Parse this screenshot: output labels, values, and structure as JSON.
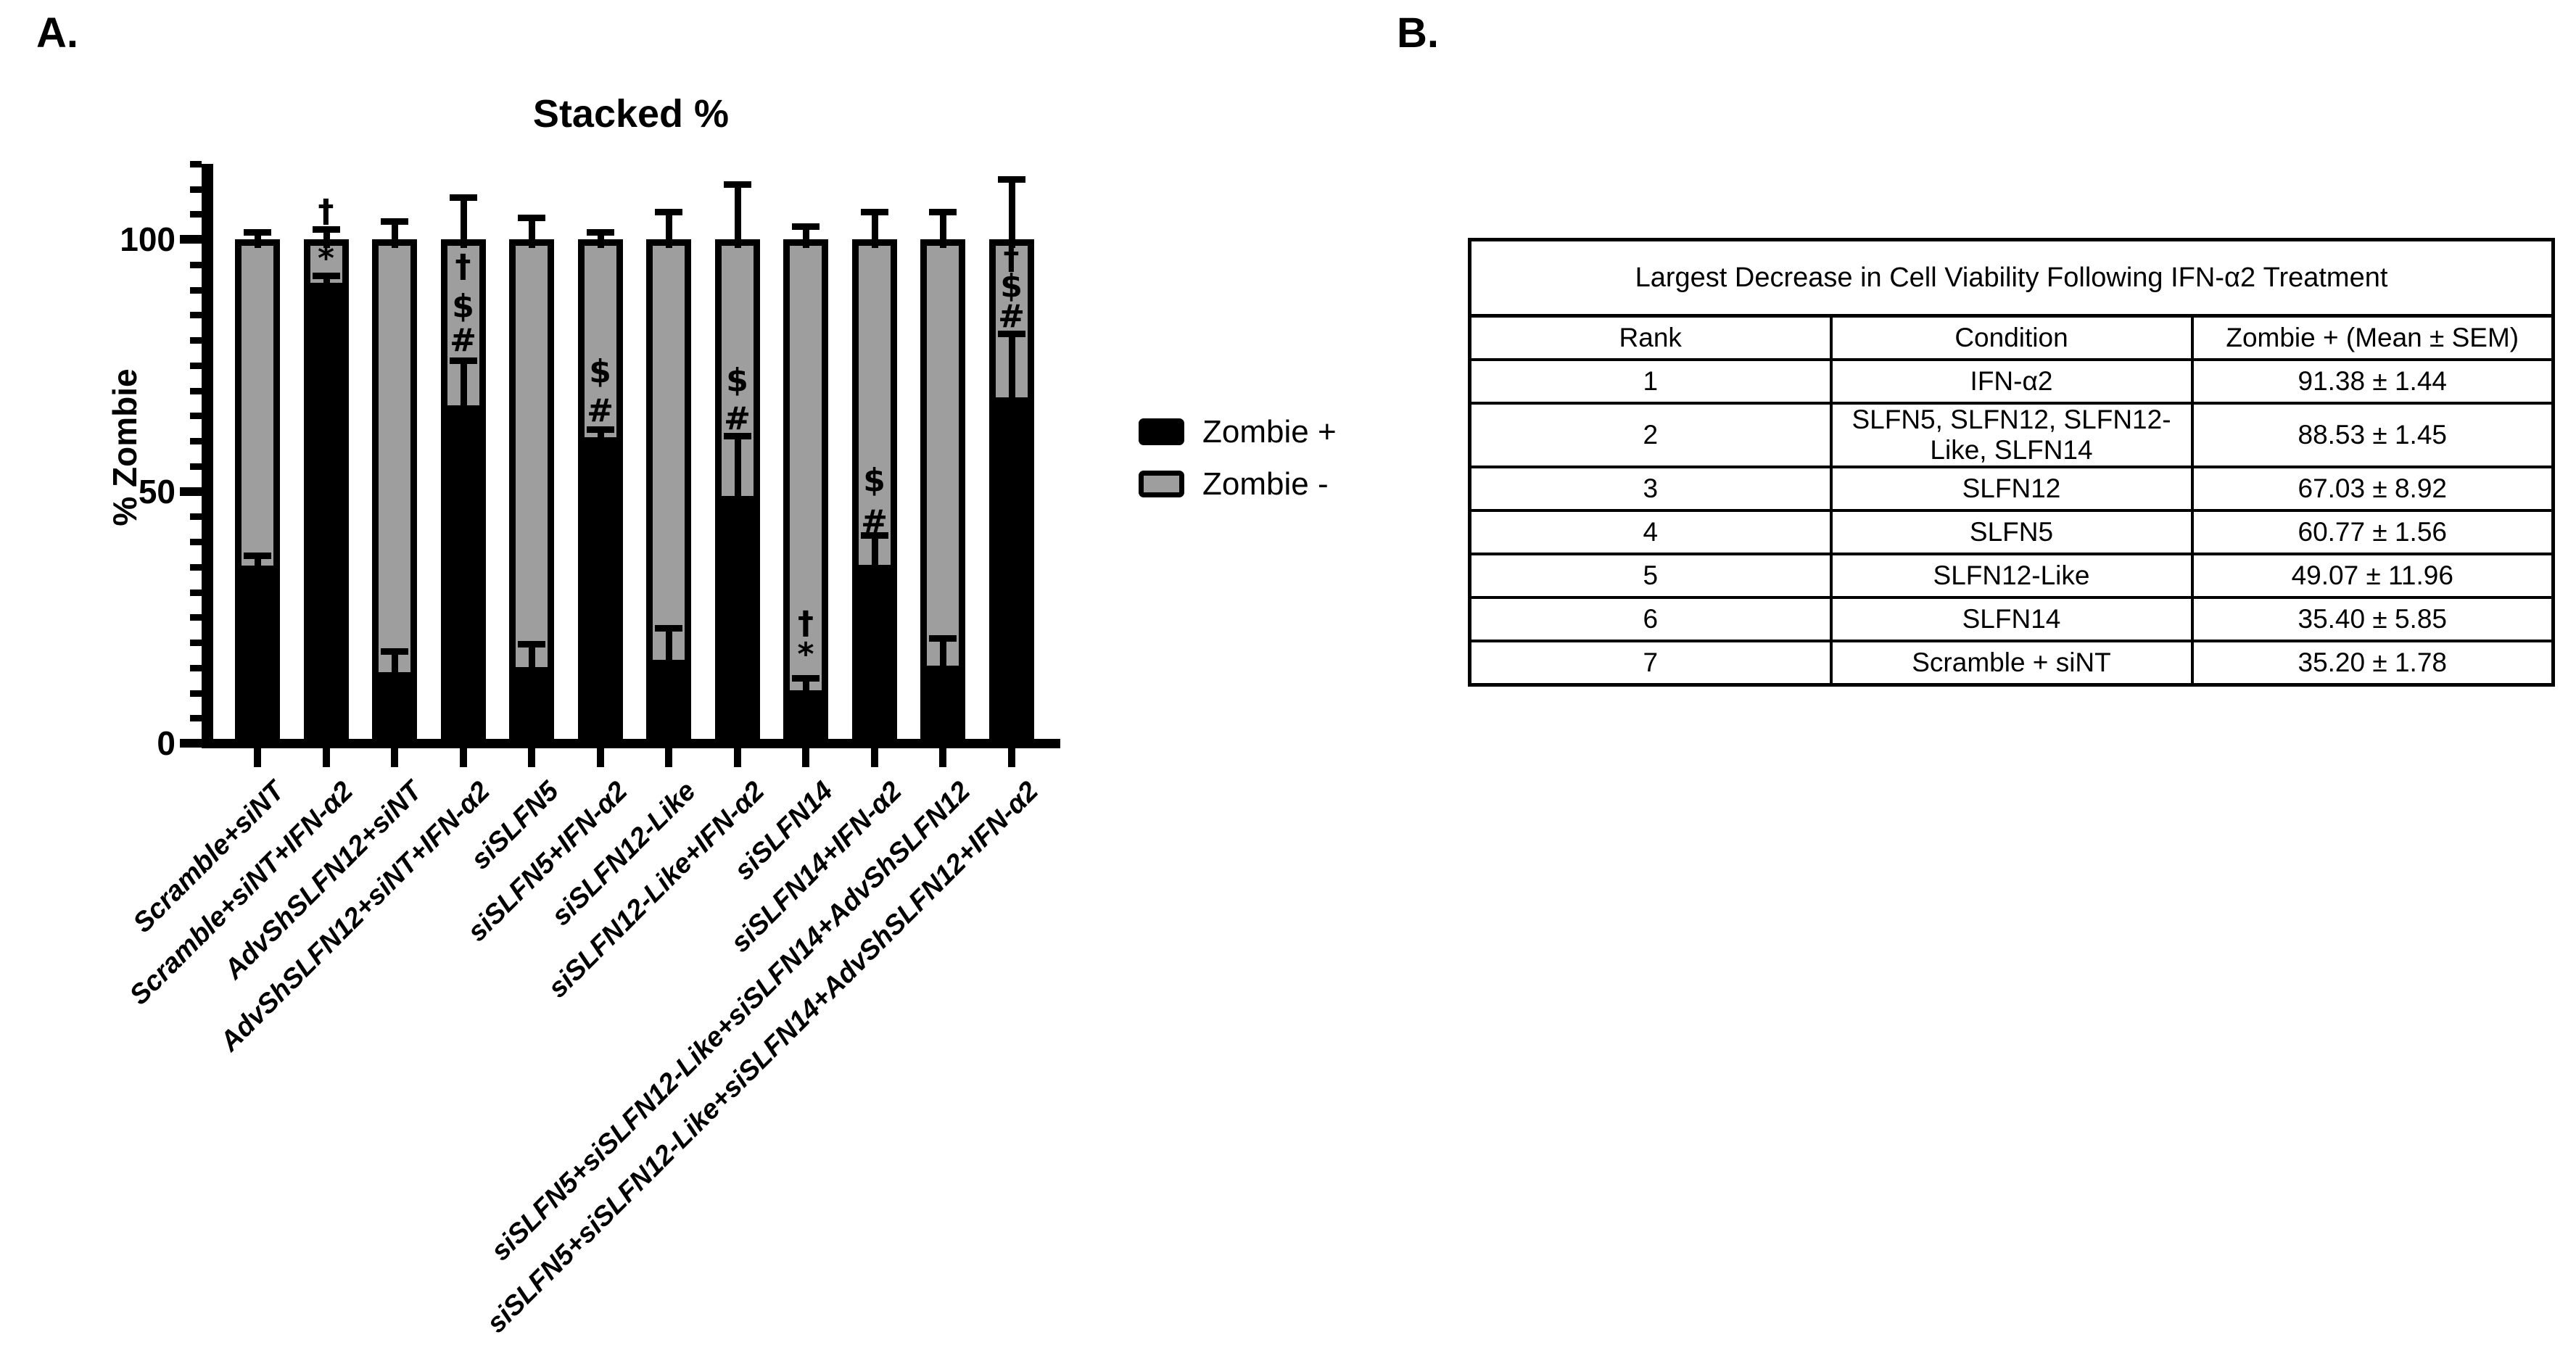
{
  "panel_a_label": "A.",
  "panel_b_label": "B.",
  "chart_data": {
    "type": "bar",
    "stacked": true,
    "title": "Stacked %",
    "xlabel": "",
    "ylabel": "% Zombie",
    "ylim": [
      0,
      115
    ],
    "yticks_major": [
      0,
      50,
      100
    ],
    "ytick_minor_step": 5,
    "grid": false,
    "legend_position": "right",
    "legend": [
      {
        "label": "Zombie +",
        "color": "#000000"
      },
      {
        "label": "Zombie -",
        "color": "#9e9e9e"
      }
    ],
    "categories": [
      "Scramble+siNT",
      "Scramble+siNT+IFN-α2",
      "AdvShSLFN12+siNT",
      "AdvShSLFN12+siNT+IFN-α2",
      "siSLFN5",
      "siSLFN5+IFN-α2",
      "siSLFN12-Like",
      "siSLFN12-Like+IFN-α2",
      "siSLFN14",
      "siSLFN14+IFN-α2",
      "siSLFN5+siSLFN12-Like+siSLFN14+AdvShSLFN12",
      "siSLFN5+siSLFN12-Like+siSLFN14+AdvShSLFN12+IFN-α2"
    ],
    "series": [
      {
        "name": "Zombie +",
        "color": "#000000",
        "values": [
          35.2,
          91.38,
          14.1,
          67.03,
          15.1,
          60.77,
          16.5,
          49.07,
          10.5,
          35.4,
          15.4,
          68.6
        ],
        "sem": [
          2.0,
          1.44,
          4.2,
          8.92,
          4.6,
          1.56,
          6.4,
          11.96,
          2.4,
          5.85,
          5.5,
          12.7
        ]
      },
      {
        "name": "Zombie -",
        "color": "#9e9e9e",
        "values": [
          64.8,
          8.62,
          85.9,
          32.97,
          84.9,
          39.23,
          83.5,
          50.93,
          89.5,
          64.6,
          84.6,
          31.4
        ],
        "sem": [
          1.5,
          2.0,
          3.6,
          8.3,
          4.3,
          1.4,
          5.5,
          11.0,
          2.6,
          5.5,
          5.4,
          12.0
        ]
      }
    ],
    "annotations": [
      {
        "bar": 2,
        "symbol": "†",
        "at": 105.5
      },
      {
        "bar": 2,
        "symbol": "*",
        "at": 96.1
      },
      {
        "bar": 4,
        "symbol": "†",
        "at": 94.5
      },
      {
        "bar": 4,
        "symbol": "$",
        "at": 86.6
      },
      {
        "bar": 4,
        "symbol": "#",
        "at": 79.9
      },
      {
        "bar": 6,
        "symbol": "$",
        "at": 73.7
      },
      {
        "bar": 6,
        "symbol": "#",
        "at": 65.9
      },
      {
        "bar": 8,
        "symbol": "$",
        "at": 71.9
      },
      {
        "bar": 8,
        "symbol": "#",
        "at": 64.3
      },
      {
        "bar": 9,
        "symbol": "†",
        "at": 23.7
      },
      {
        "bar": 9,
        "symbol": "*",
        "at": 17.6
      },
      {
        "bar": 10,
        "symbol": "$",
        "at": 52.1
      },
      {
        "bar": 10,
        "symbol": "#",
        "at": 43.9
      },
      {
        "bar": 12,
        "symbol": "†",
        "at": 96.1
      },
      {
        "bar": 12,
        "symbol": "$",
        "at": 90.6
      },
      {
        "bar": 12,
        "symbol": "#",
        "at": 84.6
      }
    ]
  },
  "table": {
    "title": "Largest Decrease in Cell Viability Following IFN-α2 Treatment",
    "columns": [
      "Rank",
      "Condition",
      "Zombie + (Mean ± SEM)"
    ],
    "rows": [
      [
        "1",
        "IFN-α2",
        "91.38 ± 1.44"
      ],
      [
        "2",
        "SLFN5, SLFN12, SLFN12-Like, SLFN14",
        "88.53 ± 1.45"
      ],
      [
        "3",
        "SLFN12",
        "67.03 ± 8.92"
      ],
      [
        "4",
        "SLFN5",
        "60.77 ± 1.56"
      ],
      [
        "5",
        "SLFN12-Like",
        "49.07 ±  11.96"
      ],
      [
        "6",
        "SLFN14",
        "35.40 ± 5.85"
      ],
      [
        "7",
        "Scramble + siNT",
        "35.20 ± 1.78"
      ]
    ]
  }
}
